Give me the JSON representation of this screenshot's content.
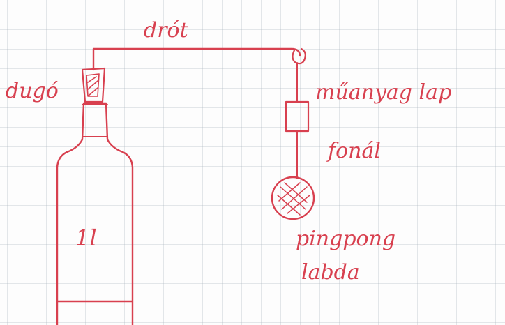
{
  "diagram": {
    "ink_color": "#d8404f",
    "paper_grid_color": "#aab4be",
    "labels": {
      "wire": "drót",
      "cork": "dugó",
      "plastic_sheet": "műanyag lap",
      "thread": "fonál",
      "ball_line1": "pingpong",
      "ball_line2": "labda",
      "bottle_volume": "1l"
    },
    "parts": [
      "bottle",
      "cork",
      "wire",
      "hook",
      "plastic-sheet",
      "thread",
      "pingpong-ball"
    ]
  }
}
